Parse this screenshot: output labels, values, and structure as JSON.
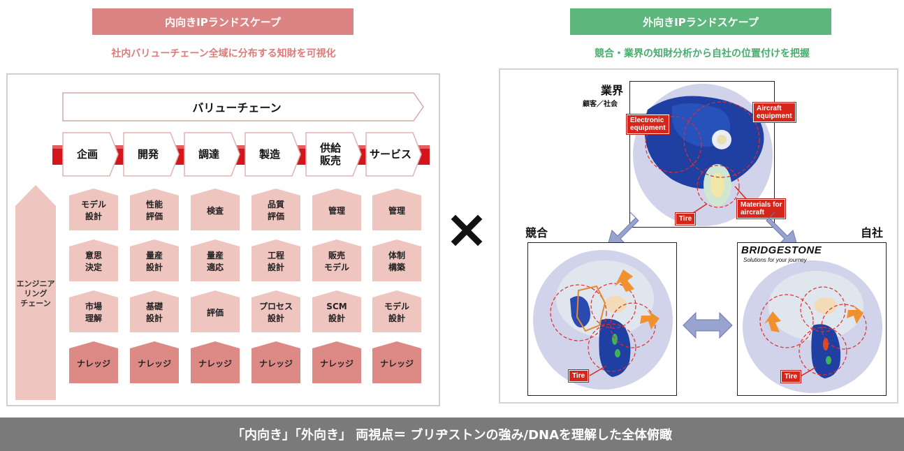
{
  "header": {
    "inward_title": "内向きIPランドスケープ",
    "inward_subtitle": "社内バリューチェーン全域に分布する知財を可視化",
    "outward_title": "外向きIPランドスケープ",
    "outward_subtitle": "競合・業界の知財分析から自社の位置付けを把握"
  },
  "value_chain": {
    "label": "バリューチェーン",
    "engineering_chain": "エンジニア\nリング\nチェーン",
    "stages": [
      {
        "label": "企画",
        "cells": [
          "モデル\n設計",
          "意思\n決定",
          "市場\n理解",
          "ナレッジ"
        ]
      },
      {
        "label": "開発",
        "cells": [
          "性能\n評価",
          "量産\n設計",
          "基礎\n設計",
          "ナレッジ"
        ]
      },
      {
        "label": "調達",
        "cells": [
          "検査",
          "量産\n適応",
          "評価",
          "ナレッジ"
        ]
      },
      {
        "label": "製造",
        "cells": [
          "品質\n評価",
          "工程\n設計",
          "プロセス\n設計",
          "ナレッジ"
        ]
      },
      {
        "label": "供給\n販売",
        "cells": [
          "管理",
          "販売\nモデル",
          "SCM\n設計",
          "ナレッジ"
        ]
      },
      {
        "label": "サービス",
        "cells": [
          "管理",
          "体制\n構築",
          "モデル\n設計",
          "ナレッジ"
        ]
      }
    ]
  },
  "cross_symbol": "×",
  "landscape": {
    "industry_title": "業界",
    "industry_subtitle": "顧客／社会",
    "competitor_title": "競合",
    "own_title": "自社",
    "brand_logo": "BRIDGESTONE",
    "brand_tagline": "Solutions for your journey",
    "tags": {
      "electronic": "Electronic\nequipment",
      "aircraft": "Aircraft\nequipment",
      "tire": "Tire",
      "materials": "Materials for\naircraft"
    }
  },
  "footer": "「内向き」「外向き」 両視点＝ ブリヂストンの強み/DNAを理解した全体俯瞰",
  "colors": {
    "inward": "#dc8484",
    "outward": "#5db77d",
    "cell_light": "#efc5c0",
    "cell_dark": "#dd8a86",
    "redband": "#d4161c",
    "footer": "#7a7a7a"
  }
}
